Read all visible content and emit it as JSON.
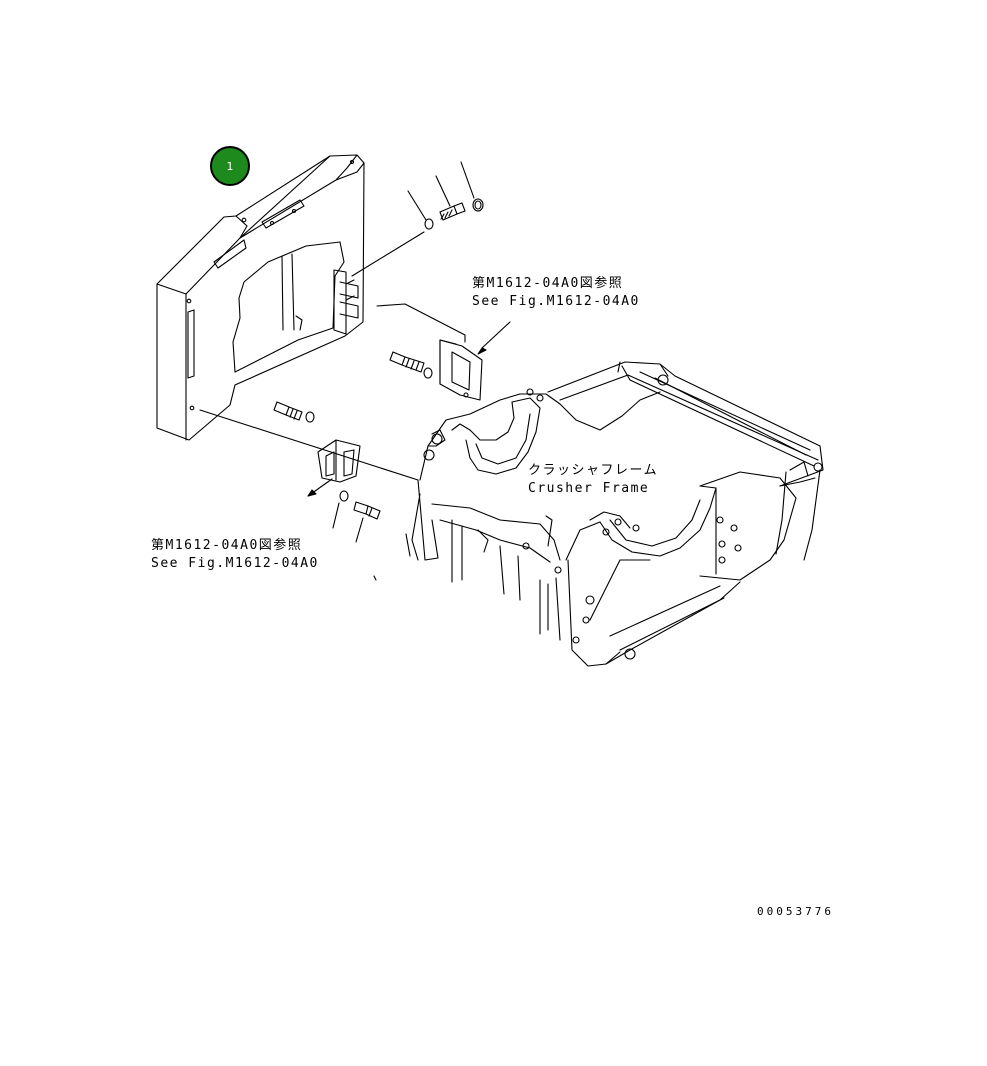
{
  "callout": {
    "number": "1",
    "color": "#1e8a1e"
  },
  "refs": {
    "upper": {
      "jp": "第M1612-04A0図参照",
      "en": "See Fig.M1612-04A0"
    },
    "lower": {
      "jp": "第M1612-04A0図参照",
      "en": "See Fig.M1612-04A0"
    }
  },
  "frame_label": {
    "jp": "クラッシャフレーム",
    "en": "Crusher Frame"
  },
  "figure_id": "00053776"
}
